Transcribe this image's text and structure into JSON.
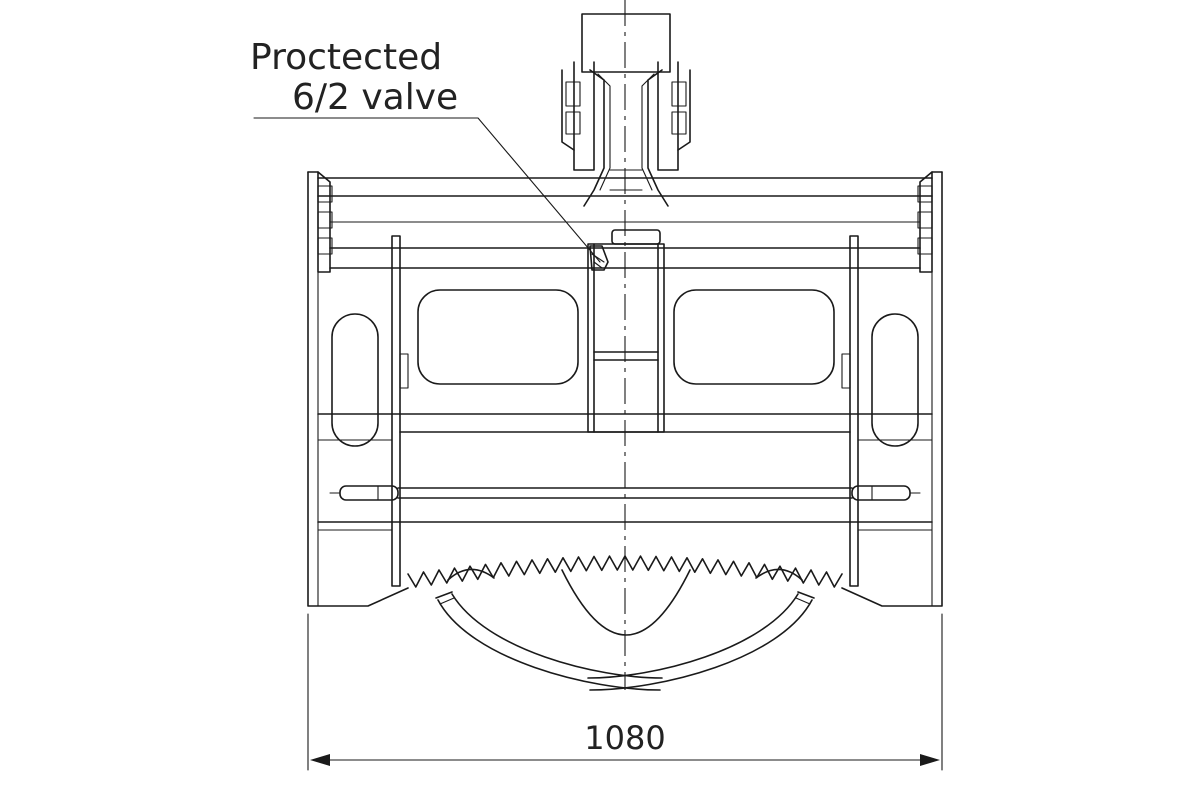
{
  "callout": {
    "line1": "Proctected",
    "line2": "6/2 valve"
  },
  "dimension": {
    "value": "1080"
  },
  "colors": {
    "line": "#1a1a1a",
    "text": "#222222",
    "background": "#ffffff"
  }
}
